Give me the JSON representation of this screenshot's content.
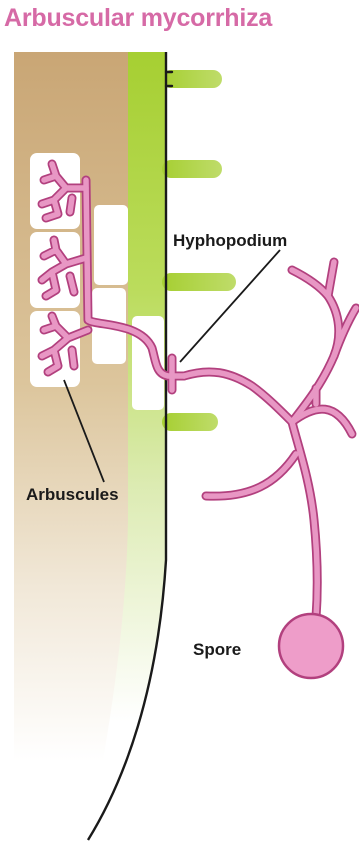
{
  "title": "Arbuscular mycorrhiza",
  "labels": {
    "hyphopodium": "Hyphopodium",
    "arbuscules": "Arbuscules",
    "spore": "Spore"
  },
  "colors": {
    "title": "#d66aa6",
    "hypha": "#e897c4",
    "hypha_outline": "#b2407e",
    "root_outline": "#1a1a1a",
    "cortex_tan": "#c9a675",
    "epidermis_green": "#a9d038",
    "cell_white": "#ffffff",
    "spore": "#ee9dc9"
  }
}
